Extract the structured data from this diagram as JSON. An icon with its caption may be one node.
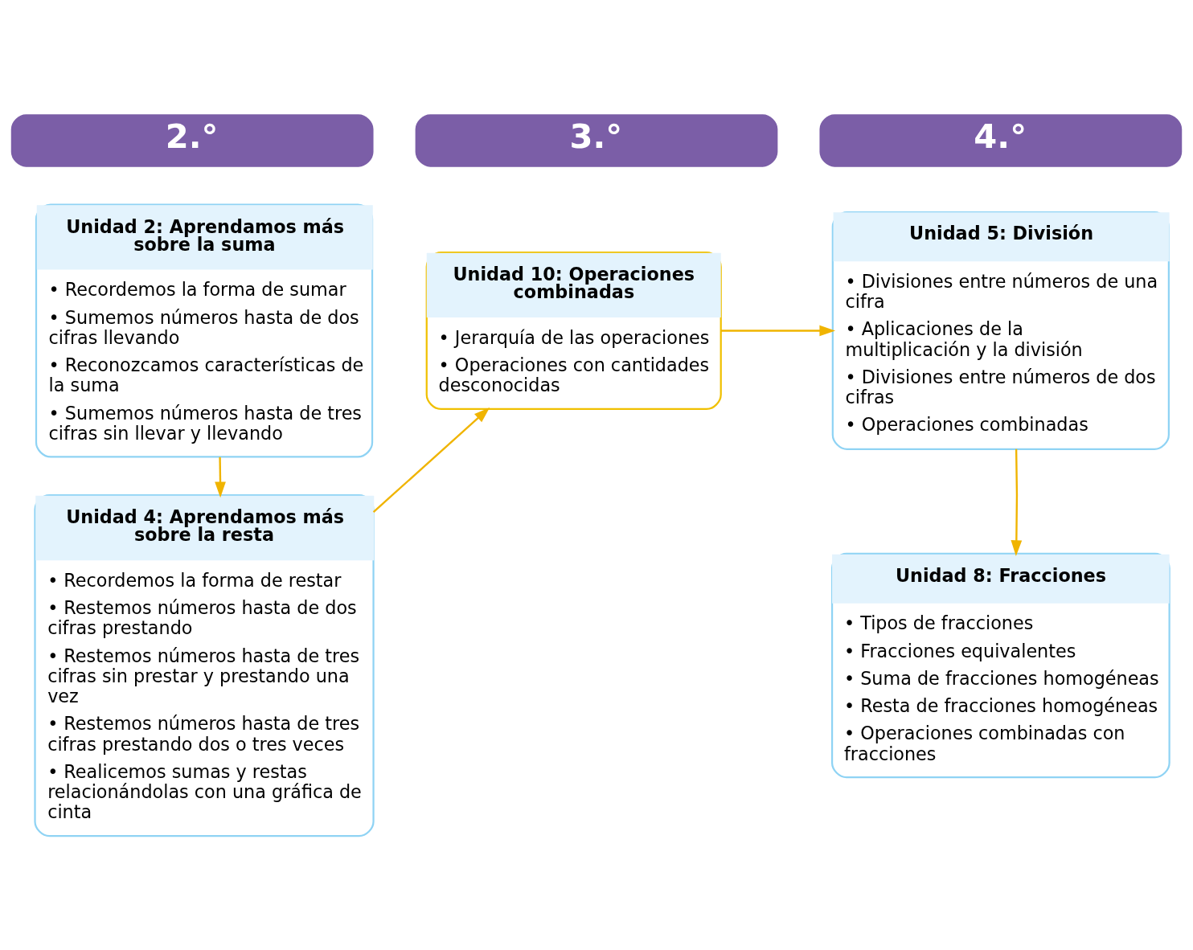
{
  "diagram": {
    "nodes": [
      {
        "text": [
          "2.°"
        ]
      },
      {
        "text": [
          "3.°"
        ]
      },
      {
        "text": [
          "4.°"
        ]
      },
      {
        "text": [
          "Unidad 2: Aprendamos más sobre la suma",
          "• Recordemos la forma de sumar",
          "• Sumemos números hasta de dos cifras llevando",
          "• Reconozcamos características de la suma",
          "• Sumemos números hasta de tres cifras sin llevar y llevando"
        ]
      },
      {
        "text": [
          "Unidad 4: Aprendamos más sobre la resta",
          "• Recordemos la forma de restar",
          "• Restemos números hasta de dos cifras prestando",
          "• Restemos números hasta de tres cifras sin prestar y prestando una vez",
          "• Restemos números hasta de tres cifras prestando dos o tres veces",
          "• Realicemos sumas y restas relacionándolas con una gráfica de cinta"
        ]
      },
      {
        "text": [
          "Unidad 10: Operaciones combinadas",
          "• Jerarquía de las operaciones",
          "• Operaciones con cantidades desconocidas"
        ]
      },
      {
        "text": [
          "Unidad 5: División",
          "• Divisiones entre números de una cifra",
          "• Aplicaciones de la multiplicación y la división",
          "• Divisiones entre números de dos cifras",
          "• Operaciones combinadas"
        ]
      },
      {
        "text": [
          "Unidad 8: Fracciones",
          "• Tipos de fracciones",
          "• Fracciones equivalentes",
          "• Suma de fracciones homogéneas",
          "• Resta de fracciones homogéneas",
          "• Operaciones combinadas con fracciones"
        ]
      }
    ],
    "edges": [
      {
        "from": 3,
        "to": 4,
        "arrow": "to"
      },
      {
        "from": 4,
        "to": 5,
        "arrow": "to"
      },
      {
        "from": 5,
        "to": 6,
        "arrow": "to"
      },
      {
        "from": 6,
        "to": 7,
        "arrow": "to"
      }
    ]
  }
}
